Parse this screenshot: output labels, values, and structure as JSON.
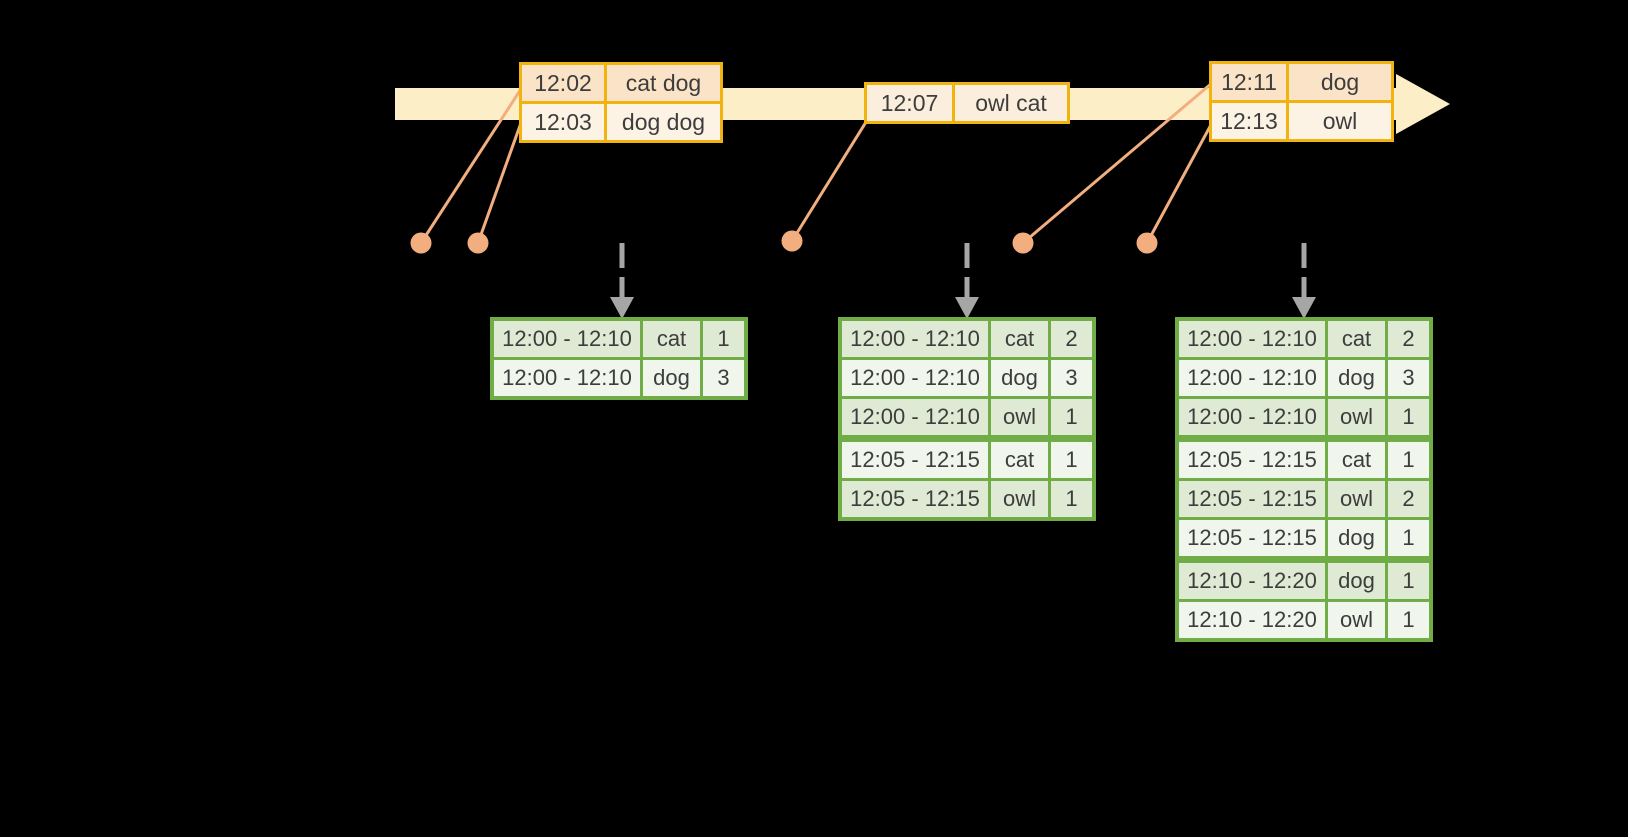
{
  "colors": {
    "background": "#000000",
    "timeline_fill": "#FCEFC7",
    "event_border": "#F0B310",
    "event_fill_dark": "#FAE3C6",
    "event_fill_mid": "#FCEEDC",
    "event_fill_light": "#FDF3E5",
    "connector_color": "#F2AE7F",
    "dot_color": "#F2AE7F",
    "trigger_arrow_color": "#A6A6A6",
    "result_border": "#70AD47",
    "result_fill_dark": "#DFEAD4",
    "result_fill_light": "#F1F6EC",
    "text_color": "#3D3D3D"
  },
  "event_tables": [
    {
      "rows": [
        {
          "time": "12:02",
          "words": "cat dog"
        },
        {
          "time": "12:03",
          "words": "dog dog"
        }
      ]
    },
    {
      "rows": [
        {
          "time": "12:07",
          "words": "owl cat"
        }
      ]
    },
    {
      "rows": [
        {
          "time": "12:11",
          "words": "dog"
        },
        {
          "time": "12:13",
          "words": "owl"
        }
      ]
    }
  ],
  "result_tables": [
    {
      "rows": [
        {
          "window": "12:00 - 12:10",
          "word": "cat",
          "count": "1"
        },
        {
          "window": "12:00 - 12:10",
          "word": "dog",
          "count": "3"
        }
      ]
    },
    {
      "rows": [
        {
          "window": "12:00 - 12:10",
          "word": "cat",
          "count": "2"
        },
        {
          "window": "12:00 - 12:10",
          "word": "dog",
          "count": "3"
        },
        {
          "window": "12:00 - 12:10",
          "word": "owl",
          "count": "1"
        },
        {
          "window": "12:05 - 12:15",
          "word": "cat",
          "count": "1"
        },
        {
          "window": "12:05 - 12:15",
          "word": "owl",
          "count": "1"
        }
      ]
    },
    {
      "rows": [
        {
          "window": "12:00 - 12:10",
          "word": "cat",
          "count": "2"
        },
        {
          "window": "12:00 - 12:10",
          "word": "dog",
          "count": "3"
        },
        {
          "window": "12:00 - 12:10",
          "word": "owl",
          "count": "1"
        },
        {
          "window": "12:05 - 12:15",
          "word": "cat",
          "count": "1"
        },
        {
          "window": "12:05 - 12:15",
          "word": "owl",
          "count": "2"
        },
        {
          "window": "12:05 - 12:15",
          "word": "dog",
          "count": "1"
        },
        {
          "window": "12:10 - 12:20",
          "word": "dog",
          "count": "1"
        },
        {
          "window": "12:10 - 12:20",
          "word": "owl",
          "count": "1"
        }
      ]
    }
  ]
}
